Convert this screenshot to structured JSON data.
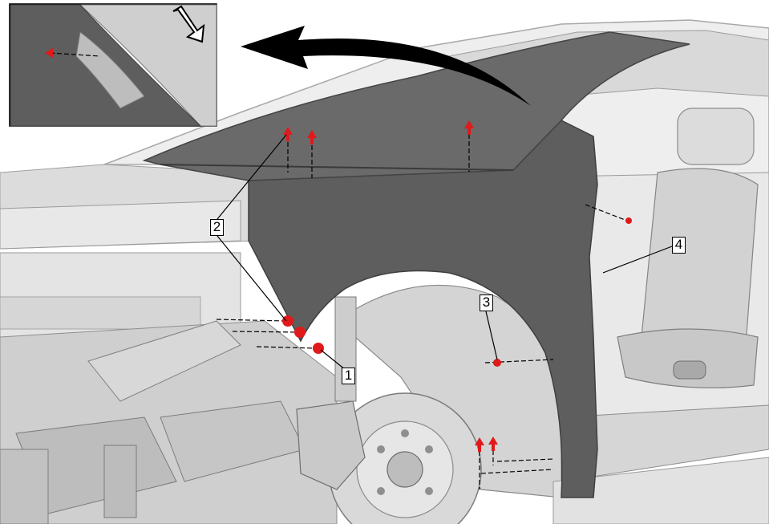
{
  "colors": {
    "panel": "#5e5e5e",
    "panel_dark": "#3f3f3f",
    "body": "#e6e6e6",
    "body_shadow": "#b9b9b9",
    "fastener": "#e01a1a",
    "arrow": "#000000",
    "leader": "#000000"
  },
  "icons": {
    "removal_arrow": "curved-arrow-icon",
    "view_direction": "hollow-arrow-icon",
    "fastener": "fastener-dot-icon",
    "bolt": "bolt-arrow-icon"
  },
  "callouts": {
    "one": "1",
    "two": "2",
    "three": "3",
    "four": "4"
  }
}
